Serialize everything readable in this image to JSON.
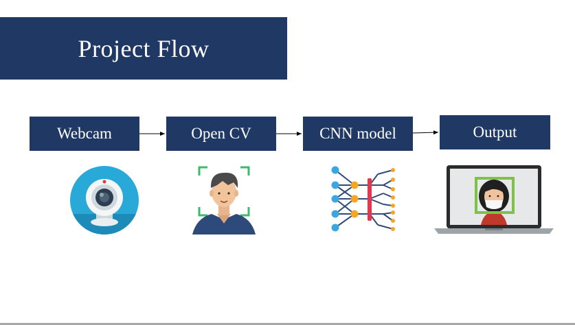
{
  "title": "Project Flow",
  "steps": [
    {
      "label": "Webcam",
      "icon": "webcam-icon"
    },
    {
      "label": "Open CV",
      "icon": "face-detection-icon"
    },
    {
      "label": "CNN model",
      "icon": "neural-network-icon"
    },
    {
      "label": "Output",
      "icon": "laptop-masked-face-icon"
    }
  ],
  "colors": {
    "box": "#1f3864",
    "box_text": "#ffffff",
    "arrow": "#000000",
    "webcam_circle": "#29a9d8",
    "detect_bracket": "#3dba6f",
    "output_frame": "#7dc242"
  }
}
